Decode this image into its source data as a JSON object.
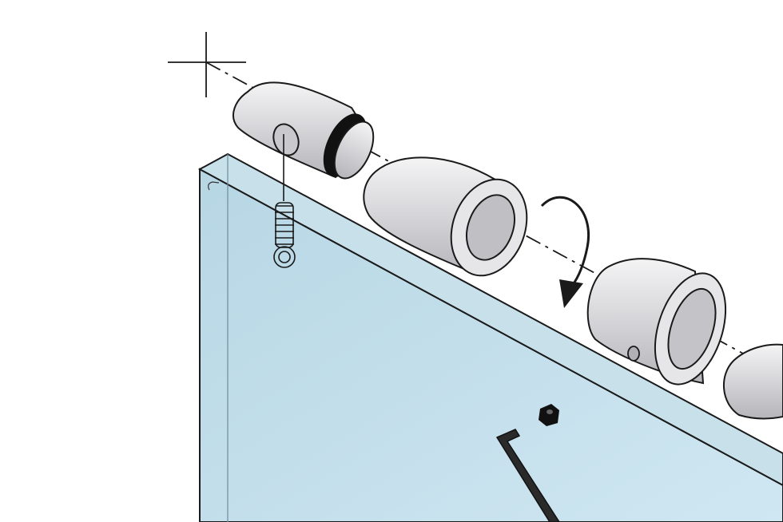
{
  "figure": {
    "kind": "exploded assembly illustration",
    "colors": {
      "background": "#ffffff",
      "glass": "#bcdcea",
      "glass_edge": "#a9cbdb",
      "metal": "#dcdcde",
      "metal_highlight": "#f4f4f5",
      "metal_shadow": "#b8b8bc",
      "outline": "#1a1a1a",
      "rubber": "#111111"
    },
    "icons": [
      "crosshair-mark",
      "rotation-arrow",
      "spring",
      "hex-key",
      "set-screw"
    ]
  }
}
